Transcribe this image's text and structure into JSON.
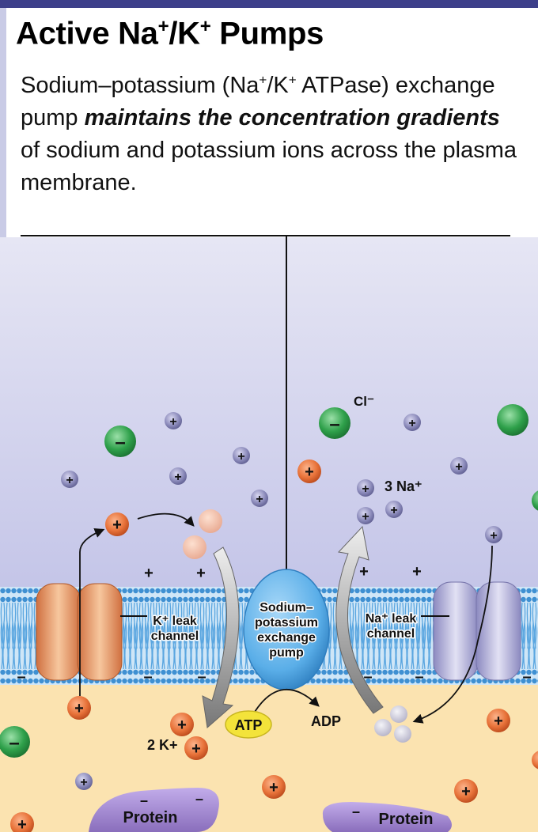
{
  "slide": {
    "title_main": "Active Na",
    "title_sup1": "+",
    "title_slash": "/K",
    "title_sup2": "+",
    "title_end": " Pumps",
    "text_1": "Sodium–potassium (Na",
    "text_sup1": "+",
    "text_2": "/K",
    "text_sup2": "+",
    "text_3": " ATPase) exchange pump ",
    "text_emphasis": "maintains the concentration gradients",
    "text_4": " of sodium and potassium ions across the plasma membrane."
  },
  "diagram": {
    "pump_label_lines": [
      "Sodium–",
      "potassium",
      "exchange",
      "pump"
    ],
    "k_channel_lines": [
      "K⁺ leak",
      "channel"
    ],
    "na_channel_lines": [
      "Na⁺ leak",
      "channel"
    ],
    "cl_label": "Cl⁻",
    "na_count_label": "3 Na⁺",
    "k_count_label": "2 K+",
    "atp_label": "ATP",
    "adp_label": "ADP",
    "protein_label_left": "Protein",
    "protein_label_right": "Protein",
    "plus_sign": "+",
    "minus_sign": "–"
  },
  "colors": {
    "title_bar": "#3d3f8a",
    "extracellular": "#c6c7e9",
    "cytoplasm": "#fbe3b0",
    "membrane": "#4fa3e0",
    "pump": "#5aaee8",
    "potassium_ion": "#e8733a",
    "sodium_ion": "#8d8cbc",
    "chloride_ion": "#2ea04a",
    "atp": "#f3e33a",
    "protein": "#9a7ec8",
    "k_channel": "#f0a874",
    "na_channel": "#b9b8de"
  }
}
